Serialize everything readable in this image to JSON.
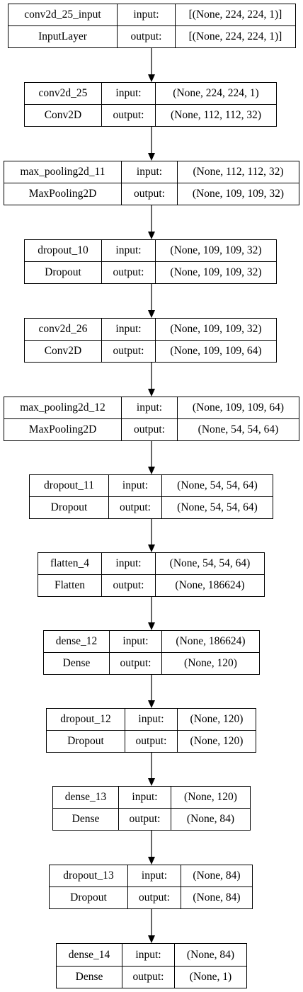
{
  "layers": [
    {
      "name": "conv2d_25_input",
      "type": "InputLayer",
      "input_label": "input:",
      "output_label": "output:",
      "input_shape": "[(None, 224, 224, 1)]",
      "output_shape": "[(None, 224, 224, 1)]"
    },
    {
      "name": "conv2d_25",
      "type": "Conv2D",
      "input_label": "input:",
      "output_label": "output:",
      "input_shape": "(None, 224, 224, 1)",
      "output_shape": "(None, 112, 112, 32)"
    },
    {
      "name": "max_pooling2d_11",
      "type": "MaxPooling2D",
      "input_label": "input:",
      "output_label": "output:",
      "input_shape": "(None, 112, 112, 32)",
      "output_shape": "(None, 109, 109, 32)"
    },
    {
      "name": "dropout_10",
      "type": "Dropout",
      "input_label": "input:",
      "output_label": "output:",
      "input_shape": "(None, 109, 109, 32)",
      "output_shape": "(None, 109, 109, 32)"
    },
    {
      "name": "conv2d_26",
      "type": "Conv2D",
      "input_label": "input:",
      "output_label": "output:",
      "input_shape": "(None, 109, 109, 32)",
      "output_shape": "(None, 109, 109, 64)"
    },
    {
      "name": "max_pooling2d_12",
      "type": "MaxPooling2D",
      "input_label": "input:",
      "output_label": "output:",
      "input_shape": "(None, 109, 109, 64)",
      "output_shape": "(None, 54, 54, 64)"
    },
    {
      "name": "dropout_11",
      "type": "Dropout",
      "input_label": "input:",
      "output_label": "output:",
      "input_shape": "(None, 54, 54, 64)",
      "output_shape": "(None, 54, 54, 64)"
    },
    {
      "name": "flatten_4",
      "type": "Flatten",
      "input_label": "input:",
      "output_label": "output:",
      "input_shape": "(None, 54, 54, 64)",
      "output_shape": "(None, 186624)"
    },
    {
      "name": "dense_12",
      "type": "Dense",
      "input_label": "input:",
      "output_label": "output:",
      "input_shape": "(None, 186624)",
      "output_shape": "(None, 120)"
    },
    {
      "name": "dropout_12",
      "type": "Dropout",
      "input_label": "input:",
      "output_label": "output:",
      "input_shape": "(None, 120)",
      "output_shape": "(None, 120)"
    },
    {
      "name": "dense_13",
      "type": "Dense",
      "input_label": "input:",
      "output_label": "output:",
      "input_shape": "(None, 120)",
      "output_shape": "(None, 84)"
    },
    {
      "name": "dropout_13",
      "type": "Dropout",
      "input_label": "input:",
      "output_label": "output:",
      "input_shape": "(None, 84)",
      "output_shape": "(None, 84)"
    },
    {
      "name": "dense_14",
      "type": "Dense",
      "input_label": "input:",
      "output_label": "output:",
      "input_shape": "(None, 84)",
      "output_shape": "(None, 1)"
    }
  ]
}
